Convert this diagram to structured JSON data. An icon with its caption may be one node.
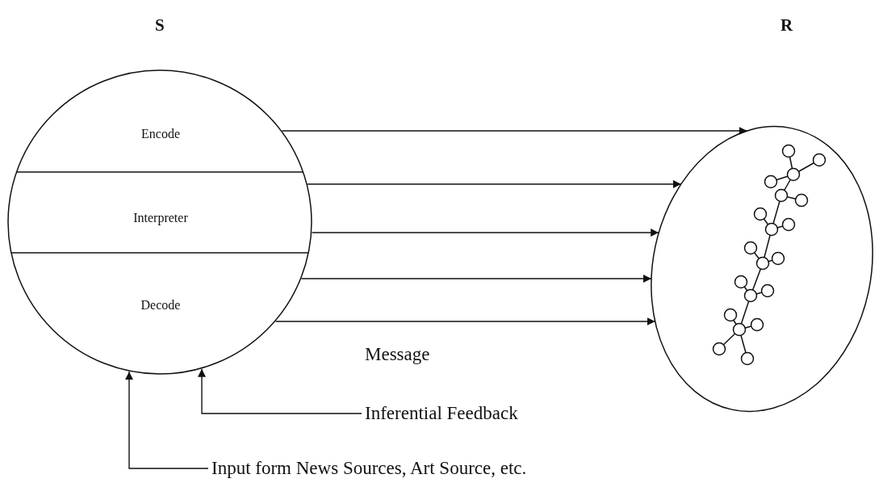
{
  "diagram": {
    "nodes": [
      {
        "text": [],
        "shape": "circle"
      },
      {
        "text": [
          "Encode"
        ],
        "in": 0
      },
      {
        "text": [
          "Interpreter"
        ],
        "in": 0
      },
      {
        "text": [
          "Decode"
        ],
        "in": 0
      },
      {
        "text": [],
        "shape": "ellipse"
      },
      {
        "text": [
          "Inferential Feedback"
        ]
      },
      {
        "text": [
          "Input form News Sources, Art Source, etc."
        ]
      }
    ],
    "edges": [
      {
        "from": 0,
        "to": 4,
        "arrow": "to"
      },
      {
        "from": 0,
        "to": 4,
        "arrow": "to"
      },
      {
        "from": 0,
        "to": 4,
        "arrow": "to"
      },
      {
        "from": 0,
        "to": 4,
        "arrow": "to"
      },
      {
        "from": 0,
        "to": 4,
        "arrow": "to"
      },
      {
        "from": 5,
        "to": 0,
        "arrow": "to"
      },
      {
        "from": 6,
        "to": 0,
        "arrow": "to"
      }
    ],
    "labels": [
      "S",
      "R",
      "Message"
    ]
  }
}
